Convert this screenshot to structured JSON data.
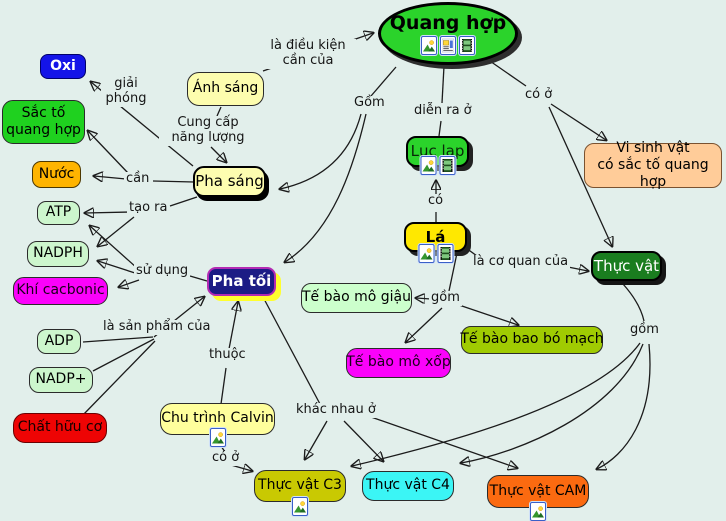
{
  "canvas": {
    "bg": "#e2efeb",
    "edge_color": "#1b1b1b"
  },
  "nodes": {
    "quang_hop": {
      "label": "Quang hợp",
      "bg": "#2bd32b",
      "fg": "#000000",
      "icons": [
        "image",
        "document",
        "film"
      ]
    },
    "oxi": {
      "label": "Oxi",
      "bg": "#1414e8",
      "fg": "#ffffff"
    },
    "anh_sang": {
      "label": "Ánh sáng",
      "bg": "#fdfdae",
      "fg": "#000000"
    },
    "sac_to_quang_hop": {
      "label": "Sắc tố\nquang hợp",
      "bg": "#1fd11f",
      "fg": "#000000"
    },
    "nuoc": {
      "label": "Nước",
      "bg": "#ffb400",
      "fg": "#000000"
    },
    "pha_sang": {
      "label": "Pha sáng",
      "bg": "#fdfdb0",
      "fg": "#000000"
    },
    "atp": {
      "label": "ATP",
      "bg": "#cdf6cd",
      "fg": "#000000"
    },
    "nadph": {
      "label": "NADPH",
      "bg": "#cdf6cd",
      "fg": "#000000"
    },
    "khi_cacbonic": {
      "label": "Khí cacbonic",
      "bg": "#fb02fb",
      "fg": "#1a001a"
    },
    "pha_toi": {
      "label": "Pha tối",
      "bg": "#1c1c85",
      "fg": "#ffffff"
    },
    "adp": {
      "label": "ADP",
      "bg": "#cdf6cd",
      "fg": "#000000"
    },
    "nadp_plus": {
      "label": "NADP+",
      "bg": "#cdf6cd",
      "fg": "#000000"
    },
    "chat_huu_co": {
      "label": "Chất hữu cơ",
      "bg": "#ee0404",
      "fg": "#140000"
    },
    "chu_trinh_calvin": {
      "label": "Chu trình Calvin",
      "bg": "#ffff9c",
      "fg": "#000000",
      "icons": [
        "image"
      ]
    },
    "luc_lap": {
      "label": "Lục lạp",
      "bg": "#2bd32b",
      "fg": "#082808",
      "icons": [
        "image",
        "film"
      ]
    },
    "la": {
      "label": "Lá",
      "bg": "#ffe800",
      "fg": "#000000",
      "icons": [
        "image",
        "film"
      ]
    },
    "vi_sinh_vat": {
      "label": "Vi sinh vật\ncó sắc tố quang hợp",
      "bg": "#ffcc99",
      "fg": "#000000"
    },
    "thuc_vat": {
      "label": "Thực vật",
      "bg": "#1a7d1f",
      "fg": "#ffffff"
    },
    "te_bao_mo_giau": {
      "label": "Tế bào mô giậu",
      "bg": "#ccffcc",
      "fg": "#000000"
    },
    "te_bao_bao_bo_mach": {
      "label": "Tế bào bao bó mạch",
      "bg": "#a0cb02",
      "fg": "#000000"
    },
    "te_bao_mo_xop": {
      "label": "Tế bào mô xốp",
      "bg": "#fb02fb",
      "fg": "#1a001a"
    },
    "thuc_vat_c3": {
      "label": "Thực vật C3",
      "bg": "#c9c902",
      "fg": "#000000",
      "icons": [
        "image"
      ]
    },
    "thuc_vat_c4": {
      "label": "Thực vật C4",
      "bg": "#3bf5f5",
      "fg": "#000000"
    },
    "thuc_vat_cam": {
      "label": "Thực vật CAM",
      "bg": "#fb6a10",
      "fg": "#000000",
      "icons": [
        "image"
      ]
    }
  },
  "edge_labels": {
    "la_dieu_kien_can_cua": "là điều kiện\ncần của",
    "giai_phong": "giải\nphóng",
    "cung_cap_nang_luong": "Cung cấp\nnăng lượng",
    "gom_top": "Gồm",
    "dien_ra_o": "diễn ra ở",
    "co_o_top": "có ở",
    "can": "cần",
    "tao_ra": "tạo ra",
    "su_dung": "sử dụng",
    "la_san_pham_cua": "là sản phẩm của",
    "thuoc": "thuộc",
    "co": "có",
    "la_co_quan_cua": "là cơ quan của",
    "gom_la": "gồm",
    "gom_right": "gồm",
    "khac_nhau_o": "khác nhau ở",
    "co_o_bottom": "có ở"
  }
}
